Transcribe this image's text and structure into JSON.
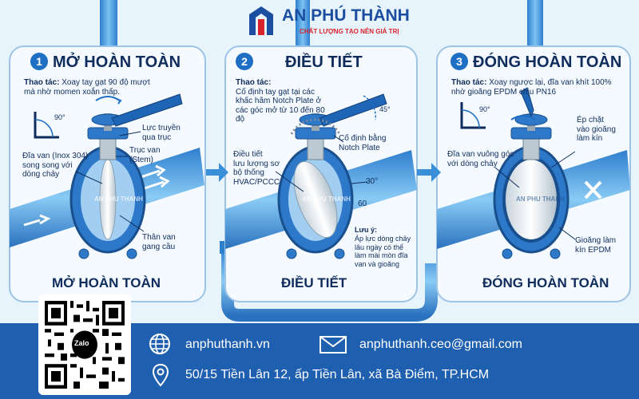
{
  "brand": {
    "name": "AN PHÚ THÀNH",
    "tagline": "CHẤT LƯỢNG TẠO NÊN GIÁ TRỊ",
    "watermark": "AN PHU THANH",
    "colors": {
      "primary": "#1f5fb0",
      "accent": "#d8232a",
      "pipe": "#3a8fd8",
      "valve_body": "#2d78c8"
    }
  },
  "panels": [
    {
      "number": "1",
      "title": "MỞ HOÀN TOÀN",
      "note_label": "Thao tác:",
      "note_text": "Xoay tay gạt 90 độ mượt mà nhờ momen xoắn thấp.",
      "angle": "90°",
      "labels": {
        "force": "Lực truyền\nqua trục",
        "stem": "Trục van\n(Stem)",
        "disc": "Đĩa van (Inox 304)\nsong song với\ndòng chảy",
        "body": "Thân van\ngang cầu"
      },
      "bottom_title": "MỞ HOÀN TOÀN"
    },
    {
      "number": "2",
      "title": "ĐIỀU TIẾT",
      "note_label": "Thao tác:",
      "note_text": "Cố định tay gạt tại các khấc hãm Notch Plate ở các góc mở từ 10 đến 80 độ",
      "angle": "45°",
      "labels": {
        "notch": "Cố định bằng\nNotch Plate",
        "regulate": "Điều tiết\nlưu lượng sơ\nbộ thống\nHVAC/PCCC",
        "angle_30": "30°",
        "angle_60": "60",
        "caution_label": "Lưu ý:",
        "caution_text": "Áp lực dòng chảy\nlâu ngày có thể\nlàm mài mòn đĩa\nvan và gioăng"
      },
      "bottom_title": "ĐIỀU TIẾT"
    },
    {
      "number": "3",
      "title": "ĐÓNG HOÀN TOÀN",
      "note_label": "Thao tác:",
      "note_text": "Xoay ngược lại, đĩa van khít 100% nhờ gioăng EPDM chịu PN16",
      "angle": "90°",
      "labels": {
        "press": "Ép chặt\nvào gioăng\nlàm kín",
        "disc": "Đĩa van vuông góc\nvới dòng chảy",
        "gasket": "Gioăng làm\nkín EPDM"
      },
      "bottom_title": "ĐÓNG HOÀN TOÀN"
    }
  ],
  "qr": {
    "center_label": "Zalo"
  },
  "contact": {
    "website": "anphuthanh.vn",
    "email": "anphuthanh.ceo@gmail.com",
    "address": "50/15 Tiền Lân 12, ấp Tiền Lân, xã Bà Điểm, TP.HCM",
    "icons": [
      "globe-icon",
      "mail-icon",
      "location-pin-icon"
    ]
  }
}
